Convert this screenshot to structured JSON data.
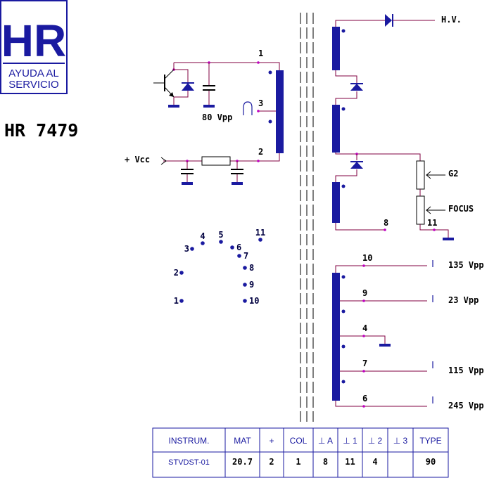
{
  "logo": {
    "brand": "HR",
    "line1": "AYUDA AL",
    "line2": "SERVICIO"
  },
  "model": "HR 7479",
  "labels": {
    "hv": "H.V.",
    "vcc": "+ Vcc",
    "primary_vpp": "80 Vpp",
    "g2": "G2",
    "focus": "FOCUS"
  },
  "primary_pins": {
    "p1": "1",
    "p2": "2",
    "p3": "3"
  },
  "secondary_pins": {
    "p8": "8",
    "p11": "11"
  },
  "aux_windings": [
    {
      "pin": "10",
      "vpp": "135 Vpp"
    },
    {
      "pin": "9",
      "vpp": "23 Vpp"
    },
    {
      "pin": "4",
      "vpp": ""
    },
    {
      "pin": "7",
      "vpp": "115 Vpp"
    },
    {
      "pin": "6",
      "vpp": "245 Vpp"
    }
  ],
  "pinout": [
    "1",
    "2",
    "3",
    "4",
    "5",
    "6",
    "7",
    "8",
    "9",
    "10",
    "11"
  ],
  "table": {
    "headers": [
      "INSTRUM.",
      "MAT",
      "+",
      "COL",
      "⊥ A",
      "⊥ 1",
      "⊥ 2",
      "⊥ 3",
      "TYPE"
    ],
    "values": [
      "STVDST-01",
      "20.7",
      "2",
      "1",
      "8",
      "11",
      "4",
      "",
      "90"
    ]
  }
}
